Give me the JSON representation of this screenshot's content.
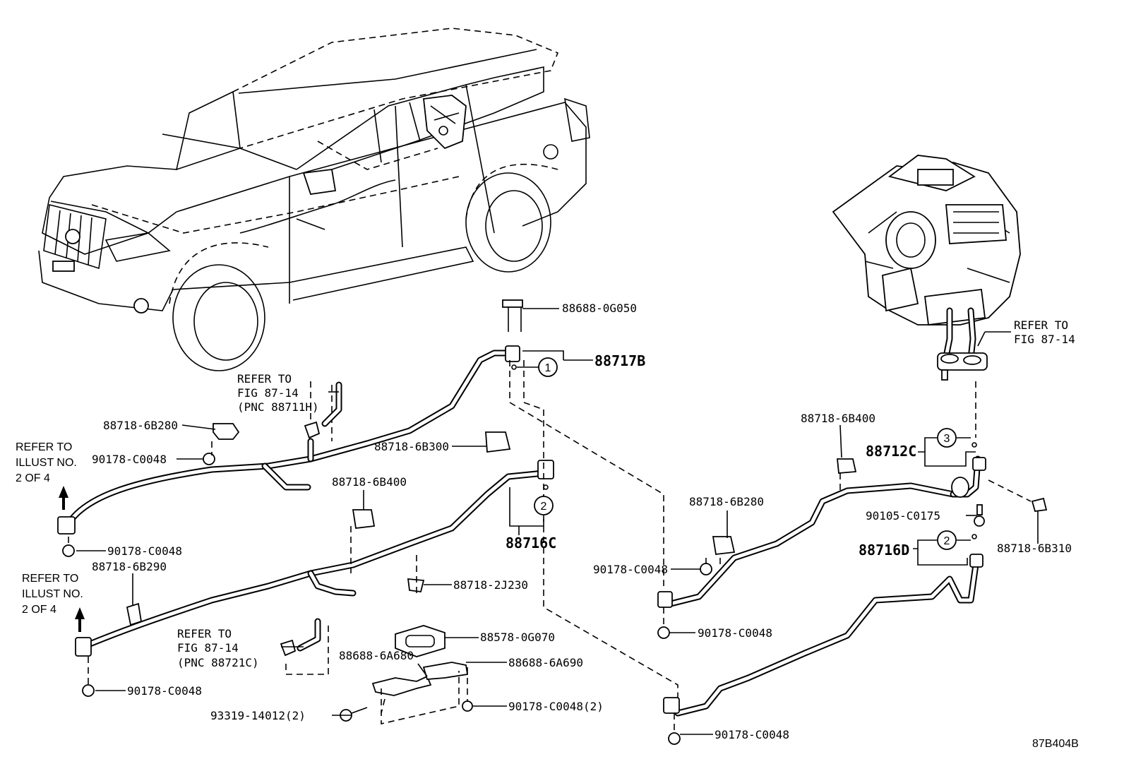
{
  "diagram": {
    "part_numbers": {
      "p88688_0G050": "88688-0G050",
      "p88717B": "88717B",
      "p88718_6B280_a": "88718-6B280",
      "p90178_C0048_a": "90178-C0048",
      "p88718_6B300": "88718-6B300",
      "p88718_6B400_a": "88718-6B400",
      "p90178_C0048_b": "90178-C0048",
      "p88718_6B290": "88718-6B290",
      "p88716C": "88716C",
      "p88718_2J230": "88718-2J230",
      "p90178_C0048_c": "90178-C0048",
      "p88578_0G070": "88578-0G070",
      "p88688_6A680": "88688-6A680",
      "p88688_6A690": "88688-6A690",
      "p93319_14012": "93319-14012(2)",
      "p90178_C0048_2": "90178-C0048(2)",
      "p88718_6B400_b": "88718-6B400",
      "p88712C": "88712C",
      "p90105_C0175": "90105-C0175",
      "p88718_6B310": "88718-6B310",
      "p88716D": "88716D",
      "p88718_6B280_b": "88718-6B280",
      "p90178_C0048_d": "90178-C0048",
      "p90178_C0048_e": "90178-C0048",
      "p90178_C0048_f": "90178-C0048"
    },
    "refer_fig_left": {
      "line1": "REFER TO",
      "line2": "FIG 87-14",
      "line3": "(PNC 88711H)"
    },
    "refer_fig_bottom": {
      "line1": "REFER TO",
      "line2": "FIG 87-14",
      "line3": "(PNC 88721C)"
    },
    "refer_fig_right": {
      "line1": "REFER TO",
      "line2": "FIG 87-14"
    },
    "refer_illust_top": {
      "line1": "REFER TO",
      "line2": "ILLUST NO.",
      "line3": "2 OF 4"
    },
    "refer_illust_bottom": {
      "line1": "REFER TO",
      "line2": "ILLUST NO.",
      "line3": "2 OF 4"
    },
    "callouts": {
      "c1": "1",
      "c2a": "2",
      "c2b": "2",
      "c3": "3"
    },
    "figure_id": "87B404B"
  }
}
